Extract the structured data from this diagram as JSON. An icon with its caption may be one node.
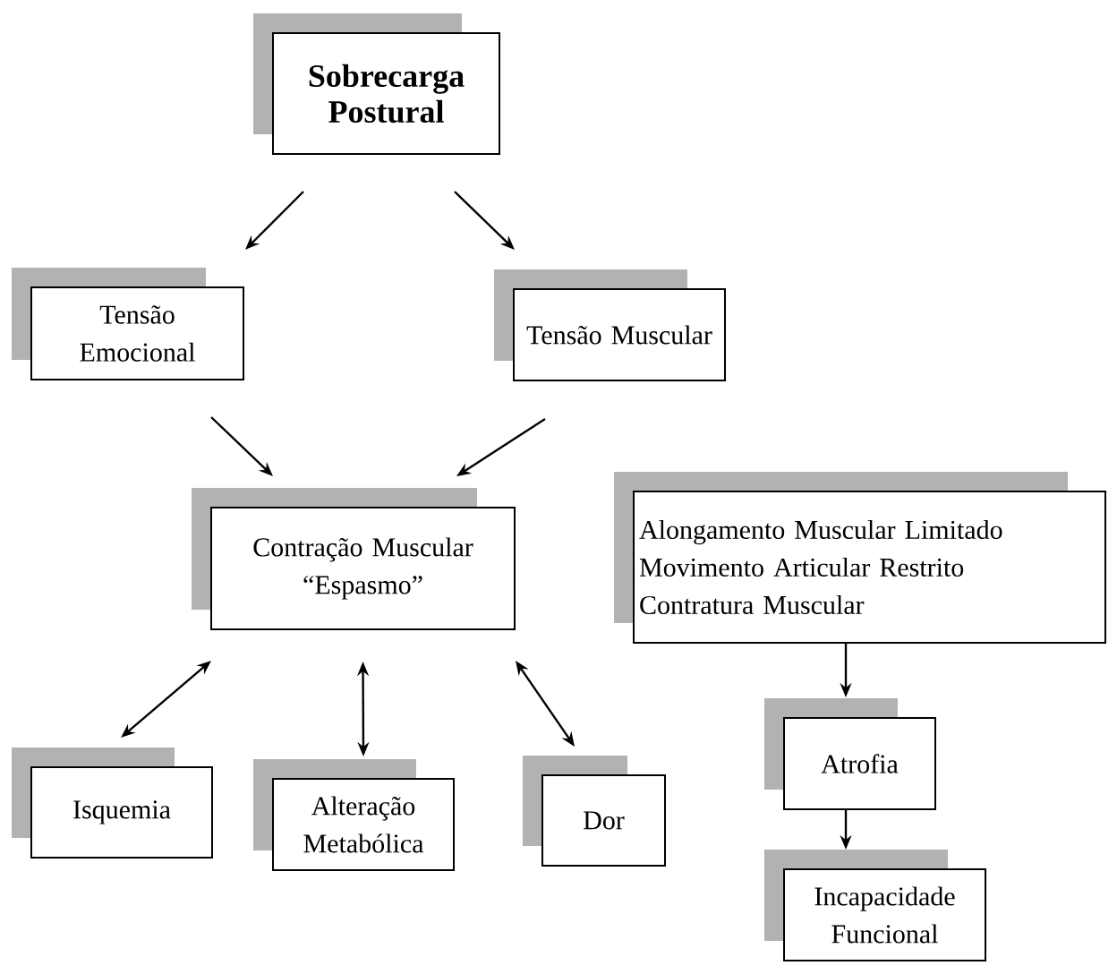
{
  "diagram": {
    "nodes": [
      {
        "text": [
          "Sobrecarga Postural"
        ]
      },
      {
        "text": [
          "Tensão Emocional"
        ]
      },
      {
        "text": [
          "Tensão Muscular"
        ]
      },
      {
        "text": [
          "Contração Muscular “Espasmo”"
        ]
      },
      {
        "text": [
          "Alongamento Muscular Limitado",
          "Movimento Articular Restrito",
          "Contratura Muscular"
        ]
      },
      {
        "text": [
          "Isquemia"
        ]
      },
      {
        "text": [
          "Alteração Metabólica"
        ]
      },
      {
        "text": [
          "Dor"
        ]
      },
      {
        "text": [
          "Atrofia"
        ]
      },
      {
        "text": [
          "Incapacidade Funcional"
        ]
      }
    ],
    "edges": [
      {
        "from": 0,
        "to": 1,
        "arrow": "to"
      },
      {
        "from": 0,
        "to": 2,
        "arrow": "to"
      },
      {
        "from": 1,
        "to": 3,
        "arrow": "to"
      },
      {
        "from": 2,
        "to": 3,
        "arrow": "to"
      },
      {
        "from": 3,
        "to": 5,
        "arrow": "both"
      },
      {
        "from": 3,
        "to": 6,
        "arrow": "both"
      },
      {
        "from": 3,
        "to": 7,
        "arrow": "both"
      },
      {
        "from": 4,
        "to": 8,
        "arrow": "to"
      },
      {
        "from": 8,
        "to": 9,
        "arrow": "to"
      }
    ]
  }
}
